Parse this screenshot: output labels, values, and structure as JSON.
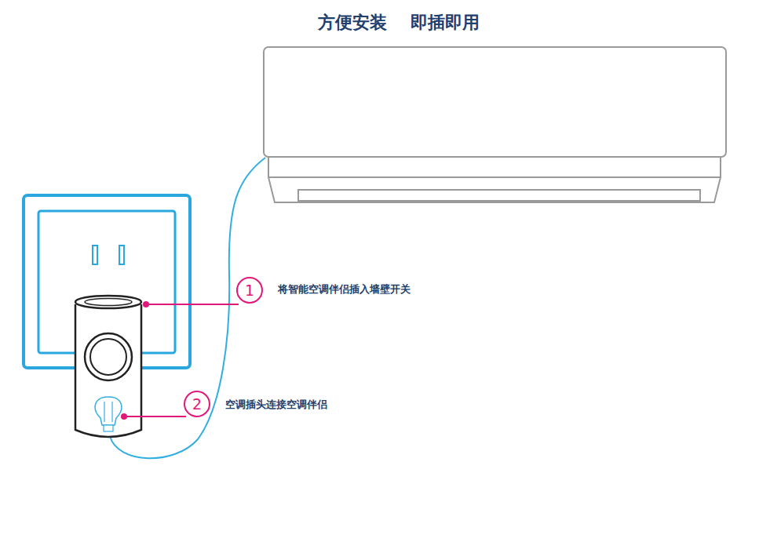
{
  "diagram": {
    "title": "方便安装 即插即用",
    "nodes": [
      {
        "text": [
          "1"
        ]
      },
      {
        "text": [
          "2"
        ]
      }
    ],
    "labels": [
      "将智能空调伴侣插入墙壁开关",
      "空调插头连接空调伴侣"
    ]
  }
}
